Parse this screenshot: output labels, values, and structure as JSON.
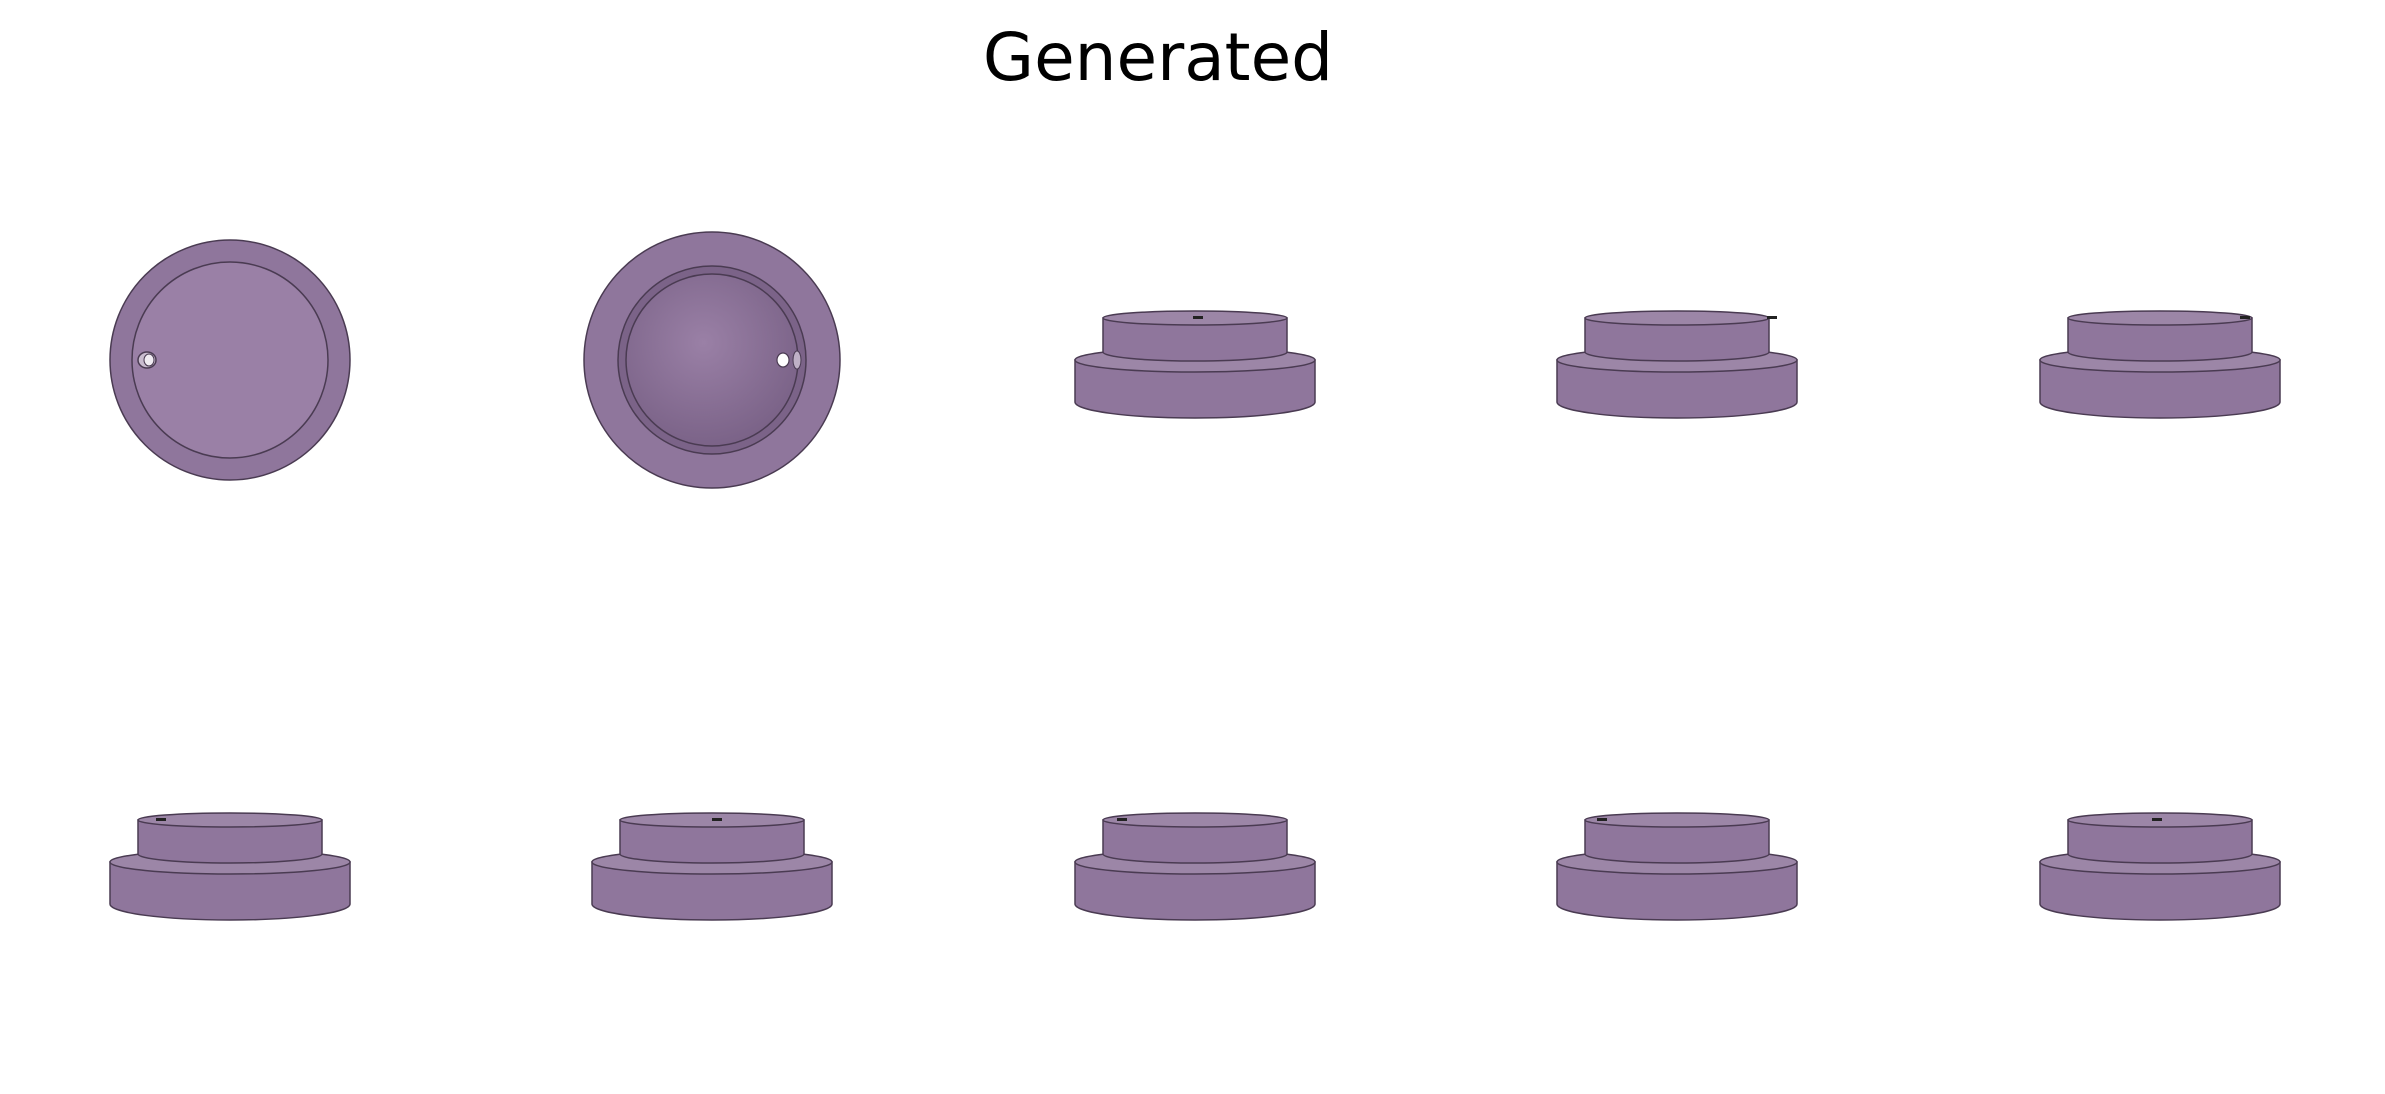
{
  "title": "Generated",
  "colors": {
    "body": "#8f769c",
    "body_light": "#9a80a6",
    "body_dark": "#7b6388",
    "edge": "#4a3b52",
    "top_face": "#9c86a7",
    "background": "#ffffff"
  },
  "views": [
    {
      "row": 0,
      "col": 0,
      "kind": "top",
      "icon": "cap-top-view-icon"
    },
    {
      "row": 0,
      "col": 1,
      "kind": "bottom",
      "icon": "cap-bottom-view-icon"
    },
    {
      "row": 0,
      "col": 2,
      "kind": "side",
      "icon": "cap-side-view-icon"
    },
    {
      "row": 0,
      "col": 3,
      "kind": "side",
      "icon": "cap-side-view-icon"
    },
    {
      "row": 0,
      "col": 4,
      "kind": "side",
      "icon": "cap-side-view-icon"
    },
    {
      "row": 1,
      "col": 0,
      "kind": "side",
      "icon": "cap-side-view-icon"
    },
    {
      "row": 1,
      "col": 1,
      "kind": "side",
      "icon": "cap-side-view-icon"
    },
    {
      "row": 1,
      "col": 2,
      "kind": "side",
      "icon": "cap-side-view-icon"
    },
    {
      "row": 1,
      "col": 3,
      "kind": "side",
      "icon": "cap-side-view-icon"
    },
    {
      "row": 1,
      "col": 4,
      "kind": "side",
      "icon": "cap-side-view-icon"
    }
  ]
}
